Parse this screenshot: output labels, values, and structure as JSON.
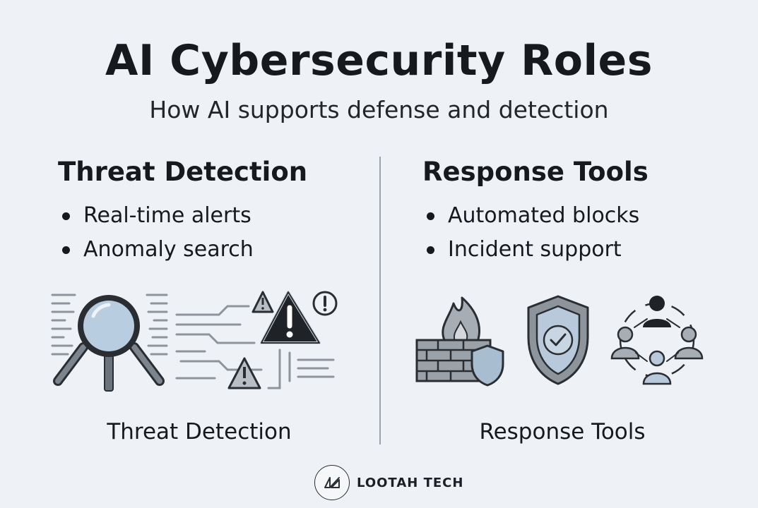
{
  "header": {
    "title": "AI Cybersecurity Roles",
    "subtitle": "How AI supports defense and detection"
  },
  "sections": [
    {
      "heading": "Threat Detection",
      "bullets": [
        "Real-time alerts",
        "Anomaly search"
      ],
      "caption": "Threat Detection",
      "icons": [
        "magnifying-glass-icon",
        "warning-triangle-icon",
        "exclamation-circle-icon"
      ]
    },
    {
      "heading": "Response Tools",
      "bullets": [
        "Automated blocks",
        "Incident support"
      ],
      "caption": "Response Tools",
      "icons": [
        "firewall-icon",
        "shield-check-icon",
        "team-network-icon"
      ]
    }
  ],
  "brand": {
    "name": "LOOTAH TECH"
  },
  "colors": {
    "background": "#eef1f5",
    "ink": "#161a1f",
    "accent_blue": "#9fb3c9",
    "gray": "#8e949b"
  }
}
